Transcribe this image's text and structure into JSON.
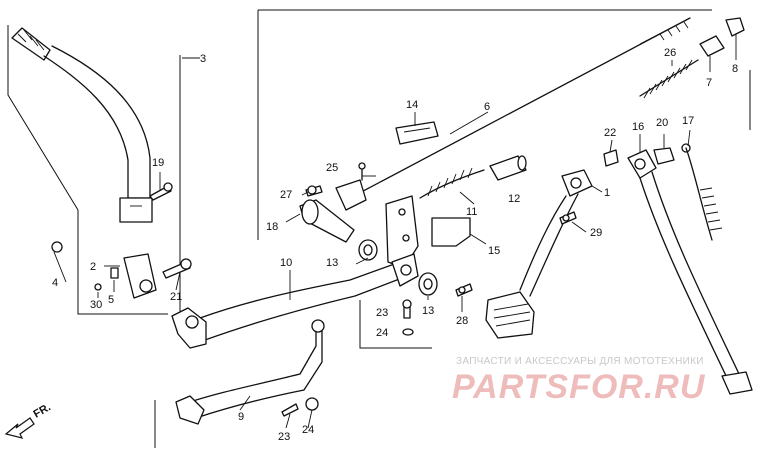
{
  "diagram": {
    "labels": {
      "p1": "1",
      "p2": "2",
      "p3": "3",
      "p4": "4",
      "p5": "5",
      "p6": "6",
      "p7": "7",
      "p8": "8",
      "p9": "9",
      "p10": "10",
      "p11": "11",
      "p12": "12",
      "p13a": "13",
      "p13b": "13",
      "p14": "14",
      "p15": "15",
      "p16": "16",
      "p17": "17",
      "p18": "18",
      "p19": "19",
      "p20": "20",
      "p21": "21",
      "p22": "22",
      "p23a": "23",
      "p23b": "23",
      "p24a": "24",
      "p24b": "24",
      "p25": "25",
      "p26": "26",
      "p27": "27",
      "p28": "28",
      "p29": "29",
      "p30": "30"
    },
    "direction_label": "FR."
  },
  "watermark": {
    "tagline": "ЗАПЧАСТИ И АКСЕССУАРЫ ДЛЯ МОТОТЕХНИКИ",
    "logo": "PARTSFOR.RU"
  }
}
